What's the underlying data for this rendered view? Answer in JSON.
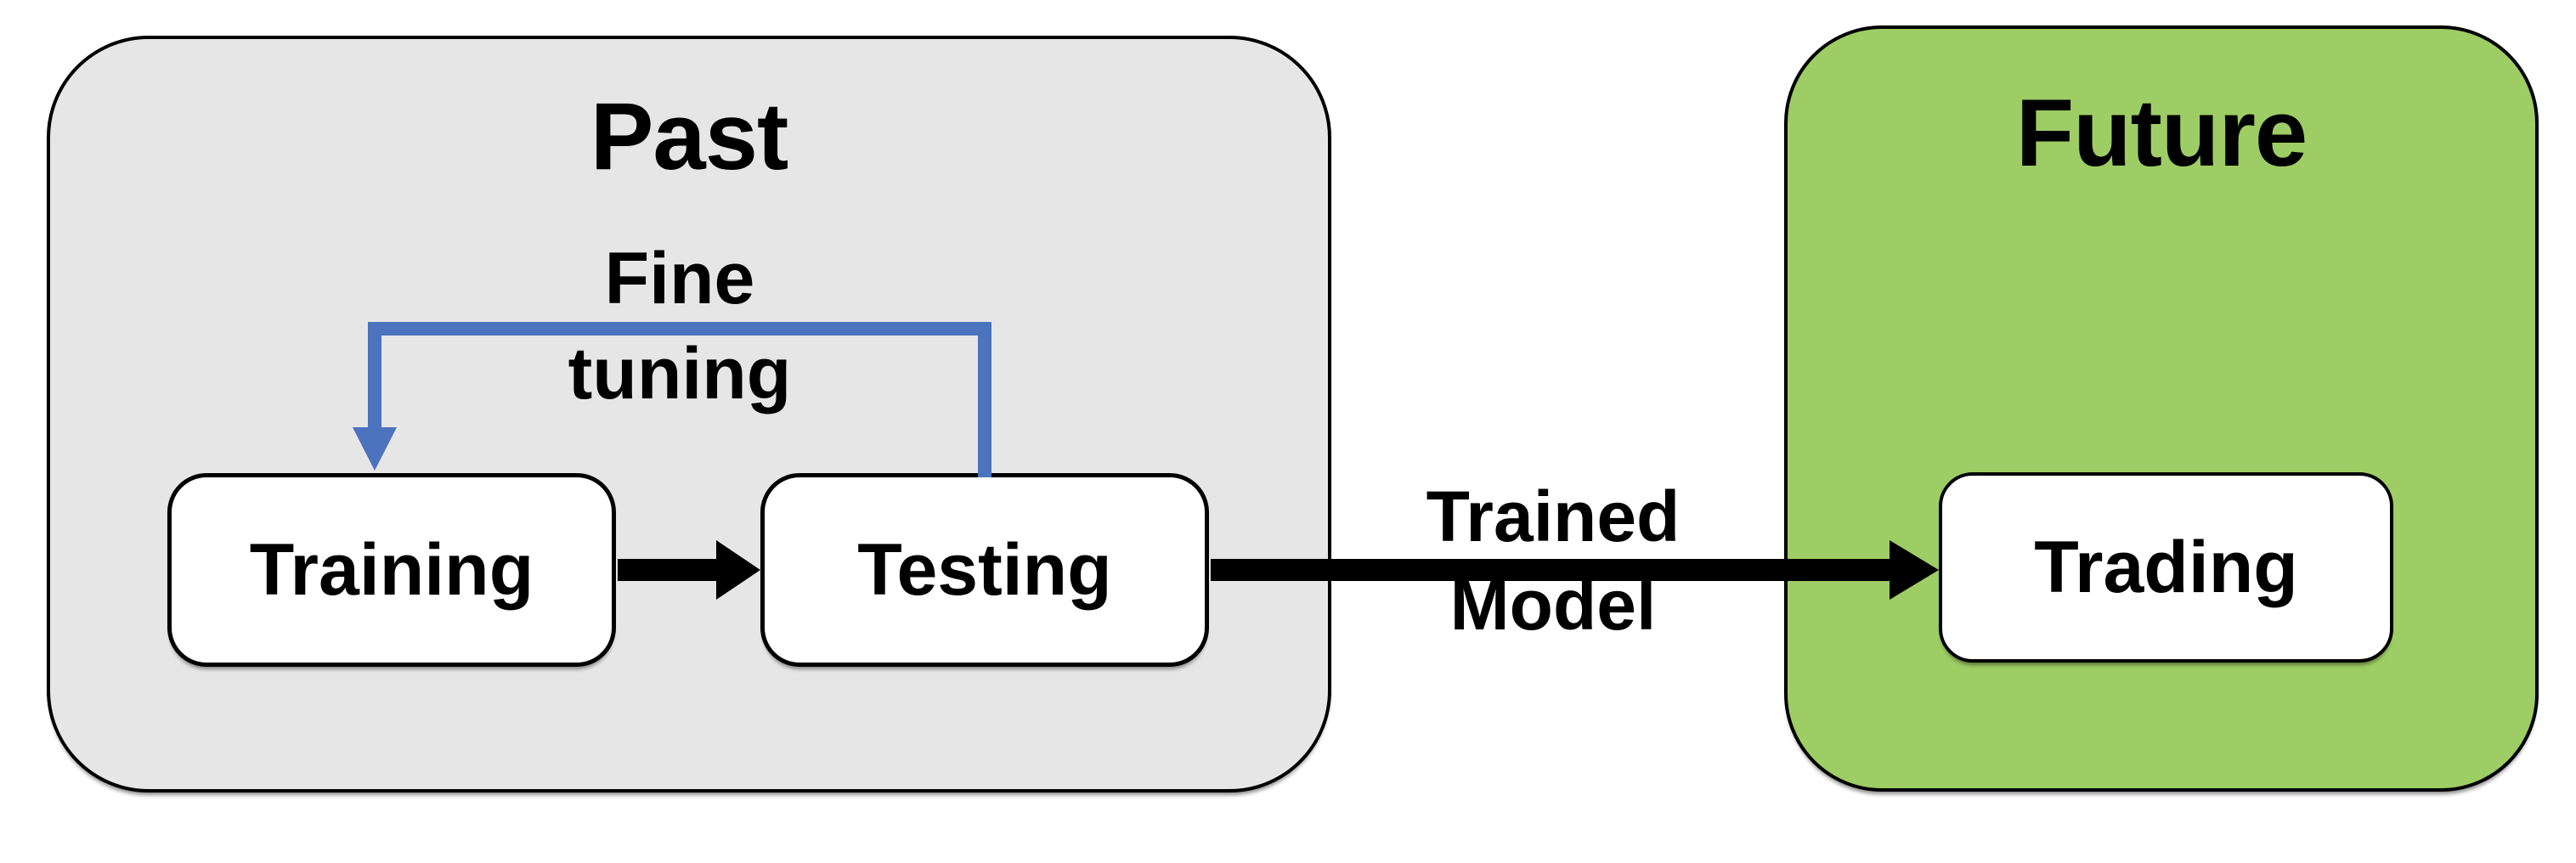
{
  "diagram": {
    "past": {
      "title": "Past"
    },
    "future": {
      "title": "Future"
    },
    "nodes": {
      "training": {
        "label": "Training"
      },
      "testing": {
        "label": "Testing"
      },
      "trading": {
        "label": "Trading"
      }
    },
    "edges": {
      "fine_tuning": {
        "label_line1": "Fine",
        "label_line2": "tuning"
      },
      "trained_model": {
        "label_line1": "Trained",
        "label_line2": "Model"
      }
    },
    "colors": {
      "past_fill": "#e7e6e6",
      "future_fill": "#9dcd64",
      "node_fill": "#ffffff",
      "outline": "#000000",
      "fine_tuning_arrow": "#4b73be",
      "flow_arrow": "#000000",
      "text": "#000000"
    }
  }
}
